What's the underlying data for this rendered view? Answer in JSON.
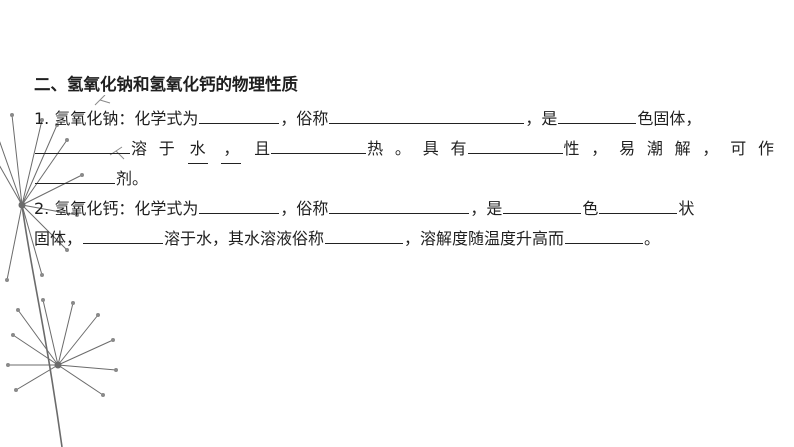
{
  "section": {
    "heading": "二、氢氧化钠和氢氧化钙的物理性质"
  },
  "naoh": {
    "l1_a": "1. 氢氧化钠：化学式为",
    "l1_b": "，俗称",
    "l1_c": "，是",
    "l1_d": "色固体，",
    "l2_a": "溶",
    "l2_b": "于",
    "l2_c": "水",
    "l2_d": "，",
    "l2_e": "且",
    "l2_f": "热",
    "l2_g": "。",
    "l2_h": "具",
    "l2_i": "有",
    "l2_j": "性",
    "l2_k": "，",
    "l2_l": "易",
    "l2_m": "潮",
    "l2_n": "解",
    "l2_o": "，",
    "l2_p": "可",
    "l2_q": "作",
    "l3_a": "剂。"
  },
  "caoh2": {
    "l1_a": "2. 氢氧化钙：化学式为",
    "l1_b": "，俗称",
    "l1_c": "，是",
    "l1_d": "色",
    "l1_e": "状",
    "l2_a": "固体，",
    "l2_b": "溶于水，其水溶液俗称",
    "l2_c": "，溶解度随温度升高而",
    "l2_d": "。"
  },
  "colors": {
    "text": "#1f1f1f",
    "decoration": "#6b6b6b"
  }
}
